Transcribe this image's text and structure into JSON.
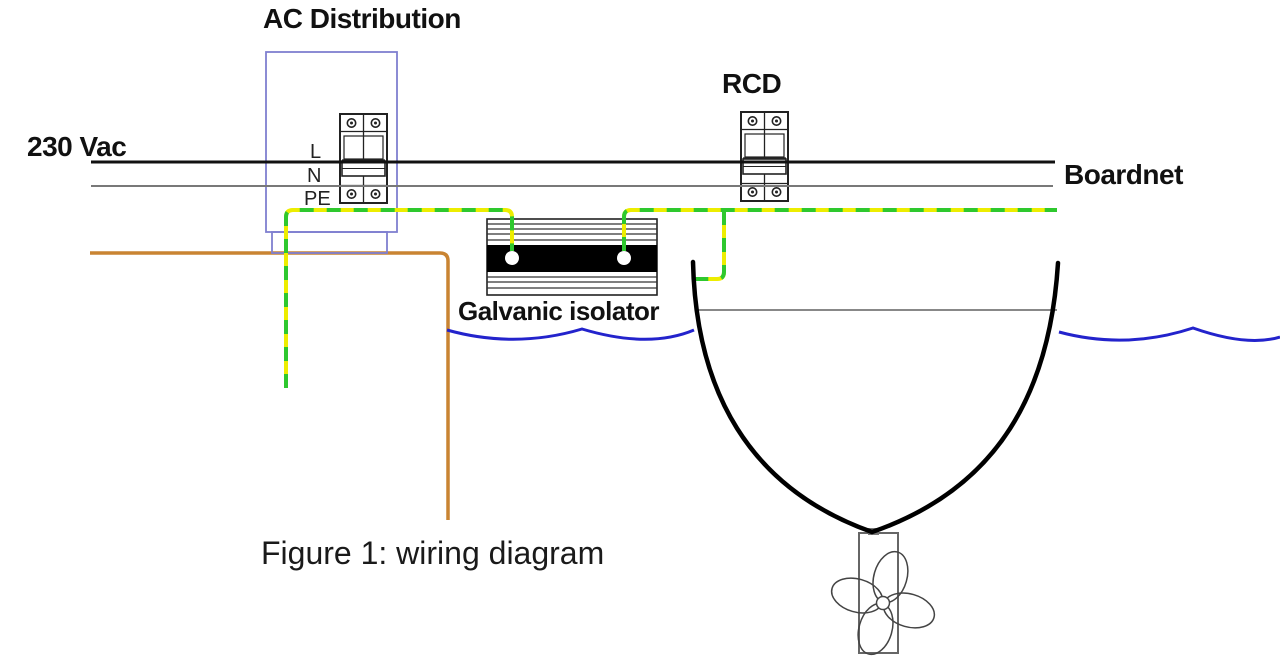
{
  "figure": {
    "caption": "Figure 1: wiring diagram"
  },
  "labels": {
    "ac_distribution": "AC Distribution",
    "supply_voltage": "230 Vac",
    "rcd": "RCD",
    "boardnet": "Boardnet",
    "galvanic_isolator": "Galvanic isolator",
    "line": "L",
    "neutral": "N",
    "protective_earth": "PE"
  },
  "colors": {
    "live_wire": "#111111",
    "neutral_wire": "#787878",
    "pe_green": "#2ec82e",
    "pe_yellow": "#eded00",
    "dock": "#c98432",
    "water": "#2323cc",
    "enclosure_outline": "#7f7fd0",
    "device_outline": "#222222",
    "deck_line": "#888888",
    "hull": "#000000"
  }
}
